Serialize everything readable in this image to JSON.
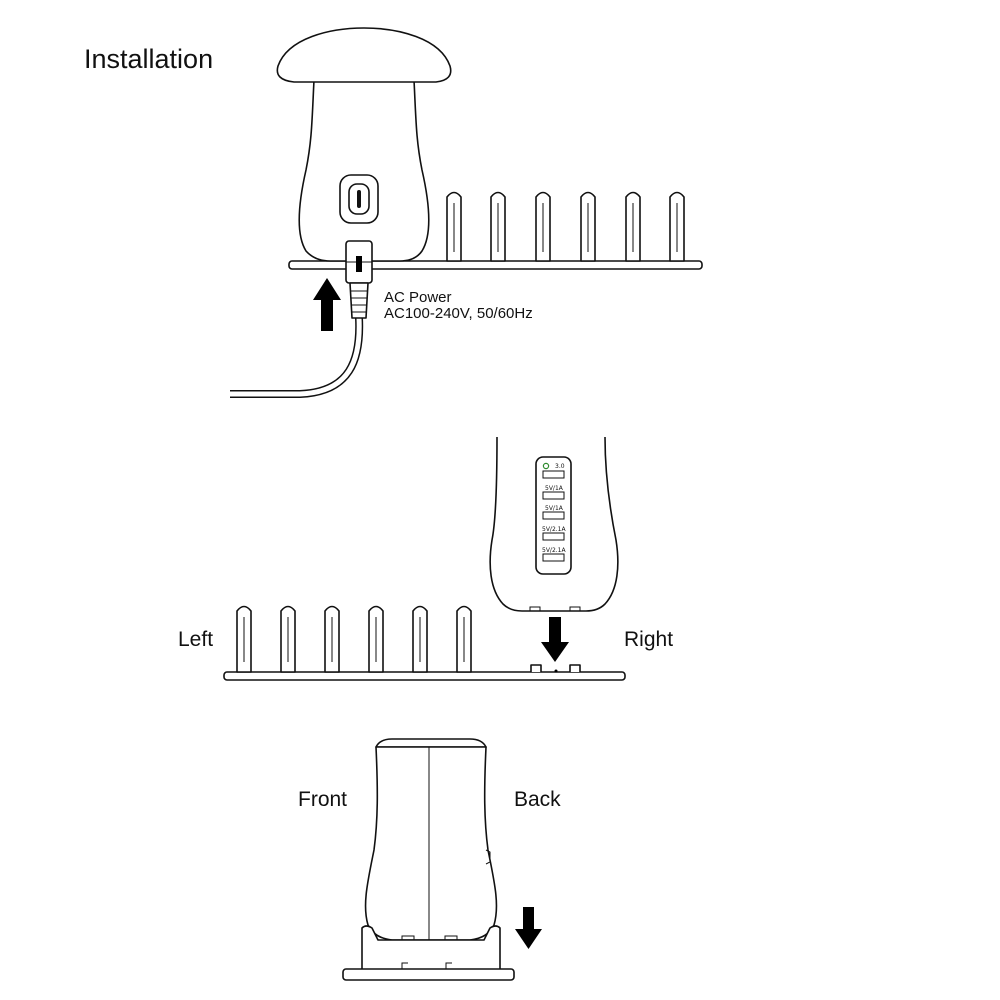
{
  "title": "Installation",
  "ac_power": {
    "line1": "AC Power",
    "line2": "AC100-240V,  50/60Hz"
  },
  "ports": {
    "qc_label": "3.0",
    "labels": [
      "5V/1A",
      "5V/1A",
      "5V/2.1A",
      "5V/2.1A"
    ]
  },
  "orientation": {
    "left": "Left",
    "right": "Right",
    "front": "Front",
    "back": "Back"
  },
  "colors": {
    "line": "#111111",
    "arrow": "#000000",
    "background": "#ffffff",
    "qc_accent": "#2e8b2e"
  }
}
